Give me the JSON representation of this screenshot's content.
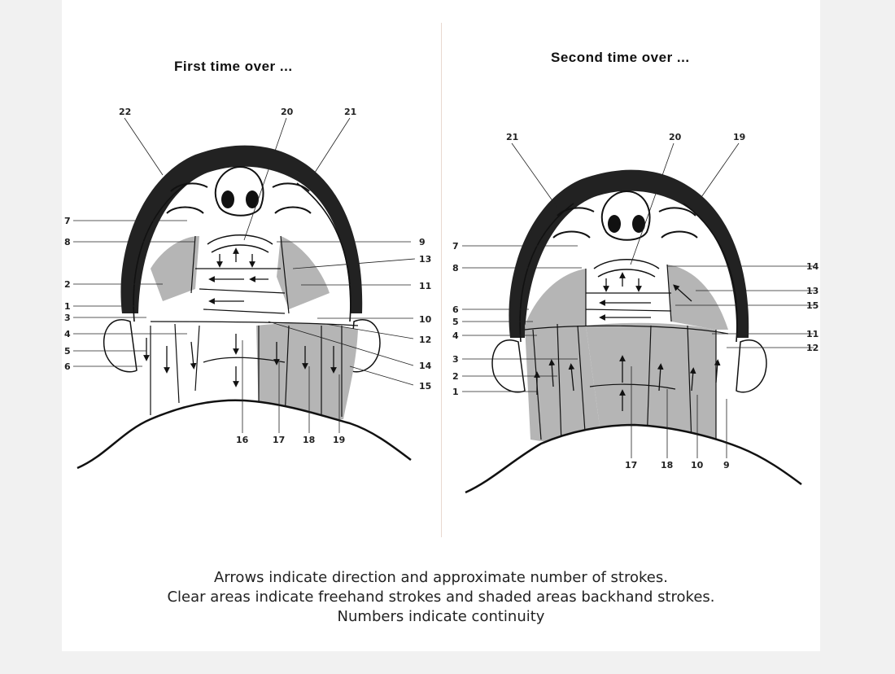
{
  "panels": [
    {
      "title": "First time over ...",
      "labels": [
        "22",
        "20",
        "21",
        "7",
        "8",
        "9",
        "13",
        "2",
        "11",
        "1",
        "3",
        "10",
        "12",
        "4",
        "5",
        "6",
        "14",
        "15",
        "16",
        "17",
        "18",
        "19"
      ]
    },
    {
      "title": "Second time over ...",
      "labels": [
        "21",
        "20",
        "19",
        "7",
        "14",
        "8",
        "13",
        "6",
        "15",
        "5",
        "4",
        "11",
        "12",
        "3",
        "2",
        "1",
        "17",
        "18",
        "10",
        "9"
      ]
    }
  ],
  "caption": {
    "line1": "Arrows indicate direction and approximate number of strokes.",
    "line2": "Clear areas indicate freehand strokes and shaded areas backhand strokes.",
    "line3": "Numbers indicate continuity"
  },
  "colors": {
    "shade": "#b5b5b5",
    "ink": "#111111",
    "hair": "#222222"
  }
}
